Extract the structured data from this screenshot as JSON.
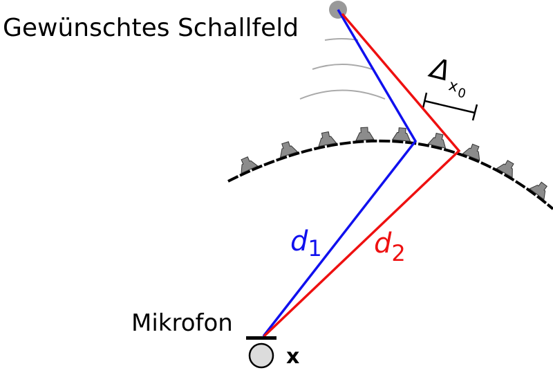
{
  "labels": {
    "title": "Gewünschtes Schallfeld",
    "microphone": "Mikrofon",
    "position": "x",
    "delta_symbol": "Δ",
    "delta_subscript_x": "x",
    "delta_subscript_0": "0",
    "d1_symbol": "d",
    "d1_index": "1",
    "d2_symbol": "d",
    "d2_index": "2"
  },
  "colors": {
    "path1": "#1010ee",
    "path2": "#ee1010",
    "speaker": "#8c8c8c",
    "wave": "#aaaaaa",
    "source": "#999999",
    "array_line": "#000000"
  },
  "icons": {
    "source": "sound-source-icon",
    "speaker": "loudspeaker-icon",
    "microphone": "microphone-icon"
  }
}
